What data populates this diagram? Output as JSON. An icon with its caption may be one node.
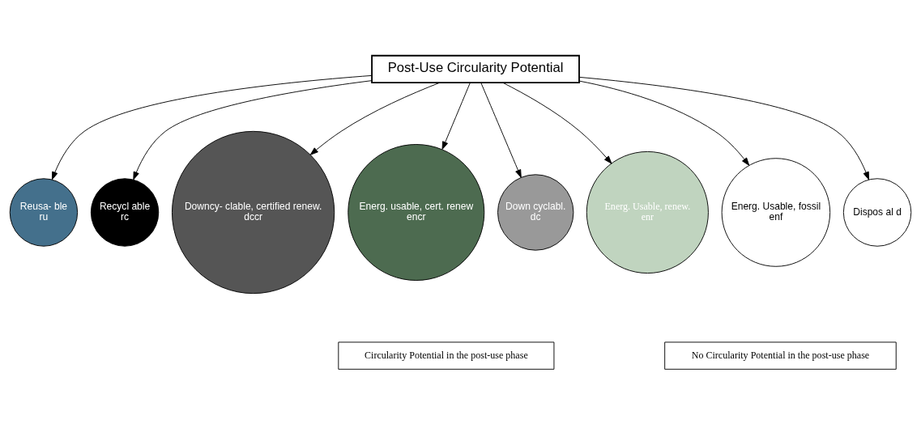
{
  "diagram": {
    "nodes": [
      {
        "text": [
          "Post-Use Circularity Potential"
        ]
      },
      {
        "text": [
          "Reusa- ble",
          "ru"
        ]
      },
      {
        "text": [
          "Recycl able",
          "rc"
        ]
      },
      {
        "text": [
          "Downcy- clable, certified renew.",
          "dccr"
        ]
      },
      {
        "text": [
          "Energ. usable, cert. renew",
          "encr"
        ]
      },
      {
        "text": [
          "Down cyclabl.",
          "dc"
        ]
      },
      {
        "text": [
          "Energ. Usable, renew.",
          "enr"
        ]
      },
      {
        "text": [
          "Energ. Usable, fossil",
          "enf"
        ]
      },
      {
        "text": [
          "Dispos al d"
        ]
      },
      {
        "text": [
          "Circularity Potential in the post-use phase"
        ]
      },
      {
        "text": [
          "No Circularity Potential in the post-use phase"
        ]
      }
    ],
    "edges": [
      {
        "from": 0,
        "to": 1,
        "arrow": "to"
      },
      {
        "from": 0,
        "to": 2,
        "arrow": "to"
      },
      {
        "from": 0,
        "to": 3,
        "arrow": "to"
      },
      {
        "from": 0,
        "to": 4,
        "arrow": "to"
      },
      {
        "from": 0,
        "to": 5,
        "arrow": "to"
      },
      {
        "from": 0,
        "to": 6,
        "arrow": "to"
      },
      {
        "from": 0,
        "to": 7,
        "arrow": "to"
      },
      {
        "from": 0,
        "to": 8,
        "arrow": "to"
      }
    ]
  }
}
